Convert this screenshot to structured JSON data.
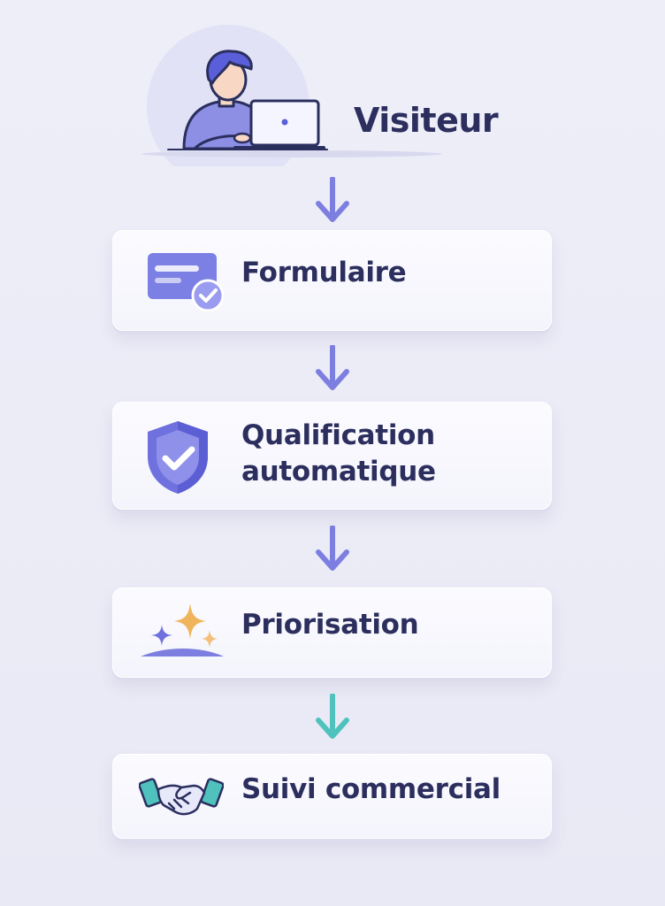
{
  "steps": {
    "visitor": {
      "label": "Visiteur",
      "icon": "person-laptop-icon"
    },
    "form": {
      "label": "Formulaire",
      "icon": "form-check-icon"
    },
    "qualification": {
      "line1": "Qualification",
      "line2": "automatique",
      "icon": "shield-check-icon"
    },
    "prioritization": {
      "label": "Priorisation",
      "icon": "sparkles-icon"
    },
    "followup": {
      "label": "Suivi commercial",
      "icon": "handshake-icon"
    }
  },
  "colors": {
    "text": "#2c2f5e",
    "accent": "#6f6fd8",
    "accent_light": "#a7a9ef",
    "gold": "#f0b55a",
    "teal": "#4fc2bd",
    "outline": "#2b2f5e"
  }
}
